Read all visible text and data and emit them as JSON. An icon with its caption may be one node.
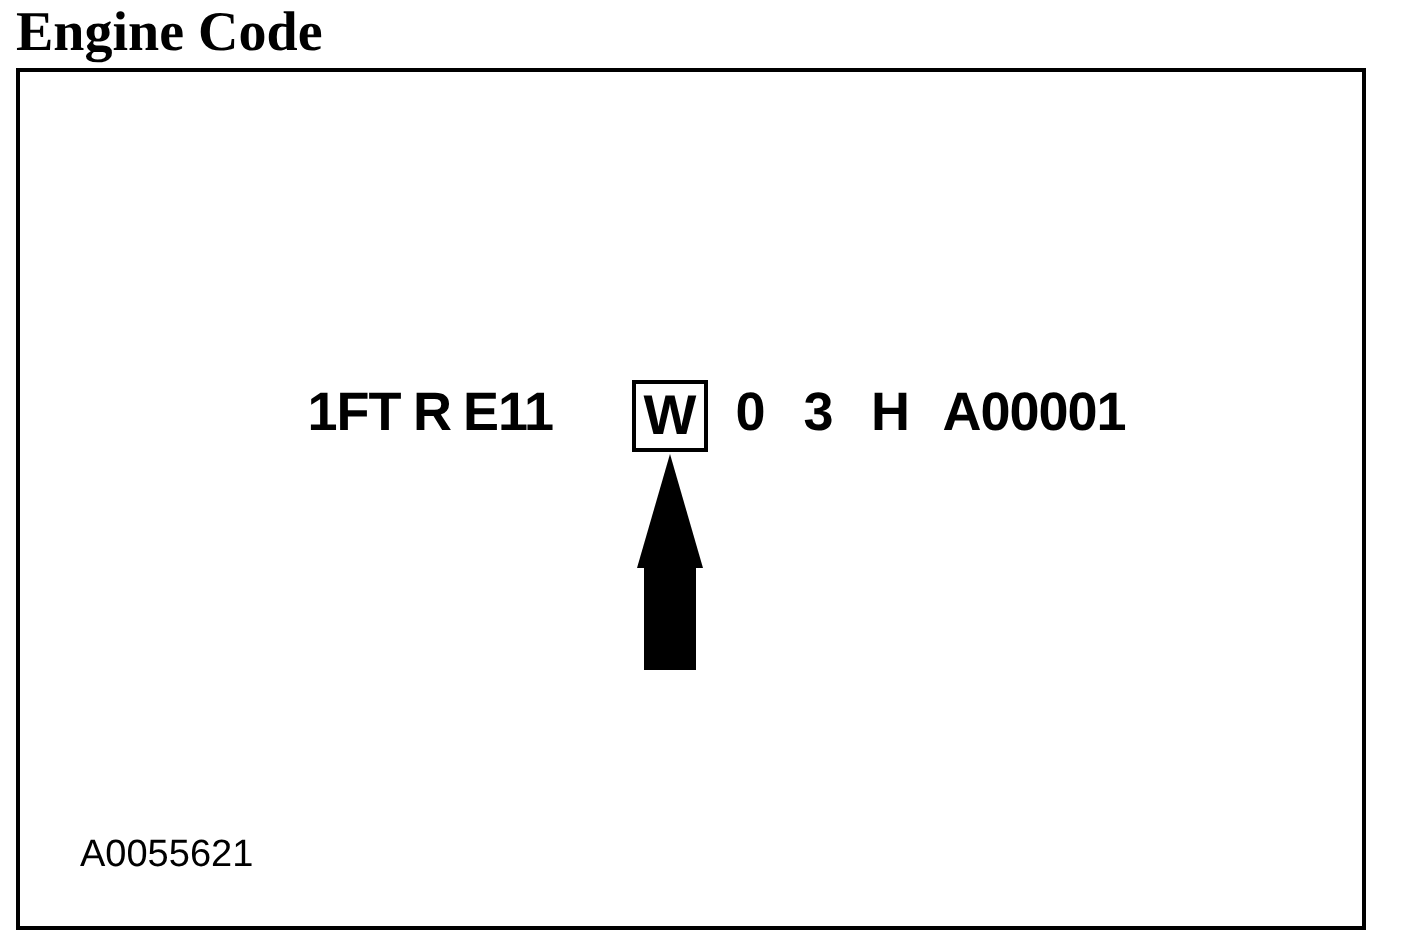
{
  "diagram": {
    "title": "Engine Code",
    "nodes": [
      {
        "text": [
          "1FT",
          "R",
          "E11",
          "0",
          "3",
          "H",
          "A00001",
          "A0055621"
        ]
      },
      {
        "text": [
          "W"
        ],
        "in": 0
      }
    ],
    "edges": [
      {
        "from": null,
        "to": 1,
        "arrow": "to"
      }
    ]
  }
}
